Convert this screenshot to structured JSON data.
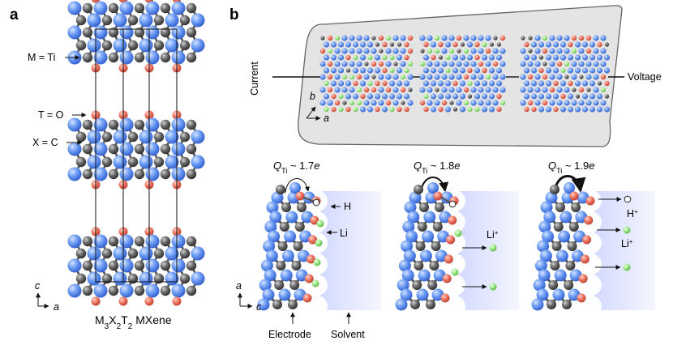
{
  "panel_a": {
    "letter": "a",
    "labels": {
      "m": "M = Ti",
      "t": "T = O",
      "x": "X = C"
    },
    "axes": {
      "vertical": "c",
      "horizontal": "a"
    },
    "caption": {
      "m": "M",
      "m_sub": "3",
      "x": "X",
      "x_sub": "2",
      "t": "T",
      "t_sub": "2",
      "name": "MXene"
    }
  },
  "panel_b": {
    "letter": "b",
    "plot": {
      "ylabel": "Current",
      "xlabel": "Voltage"
    },
    "axes_top": {
      "b": "b",
      "a": "a"
    },
    "axes_bottom": {
      "vertical": "a",
      "horizontal": "c"
    },
    "charges": [
      {
        "q": "Q",
        "sub": "Ti",
        "value": " ~ 1.7",
        "unit": "e"
      },
      {
        "q": "Q",
        "sub": "Ti",
        "value": " ~ 1.8",
        "unit": "e"
      },
      {
        "q": "Q",
        "sub": "Ti",
        "value": " ~ 1.9",
        "unit": "e"
      }
    ],
    "species": {
      "h": "H",
      "li": "Li",
      "li_ion": "Li",
      "li_ion_sup": "+",
      "h_ion": "H",
      "h_ion_sup": "+"
    },
    "bottom_labels": {
      "electrode": "Electrode",
      "solvent": "Solvent"
    }
  },
  "colors": {
    "titanium": "#5b8ff0",
    "oxygen": "#ee6f5b",
    "carbon": "#5a5a5a",
    "lithium": "#8ee07a",
    "hydrogen": "#ffffff",
    "cv_fill": "#e5e5e5",
    "solvent": "#d6dcff"
  }
}
